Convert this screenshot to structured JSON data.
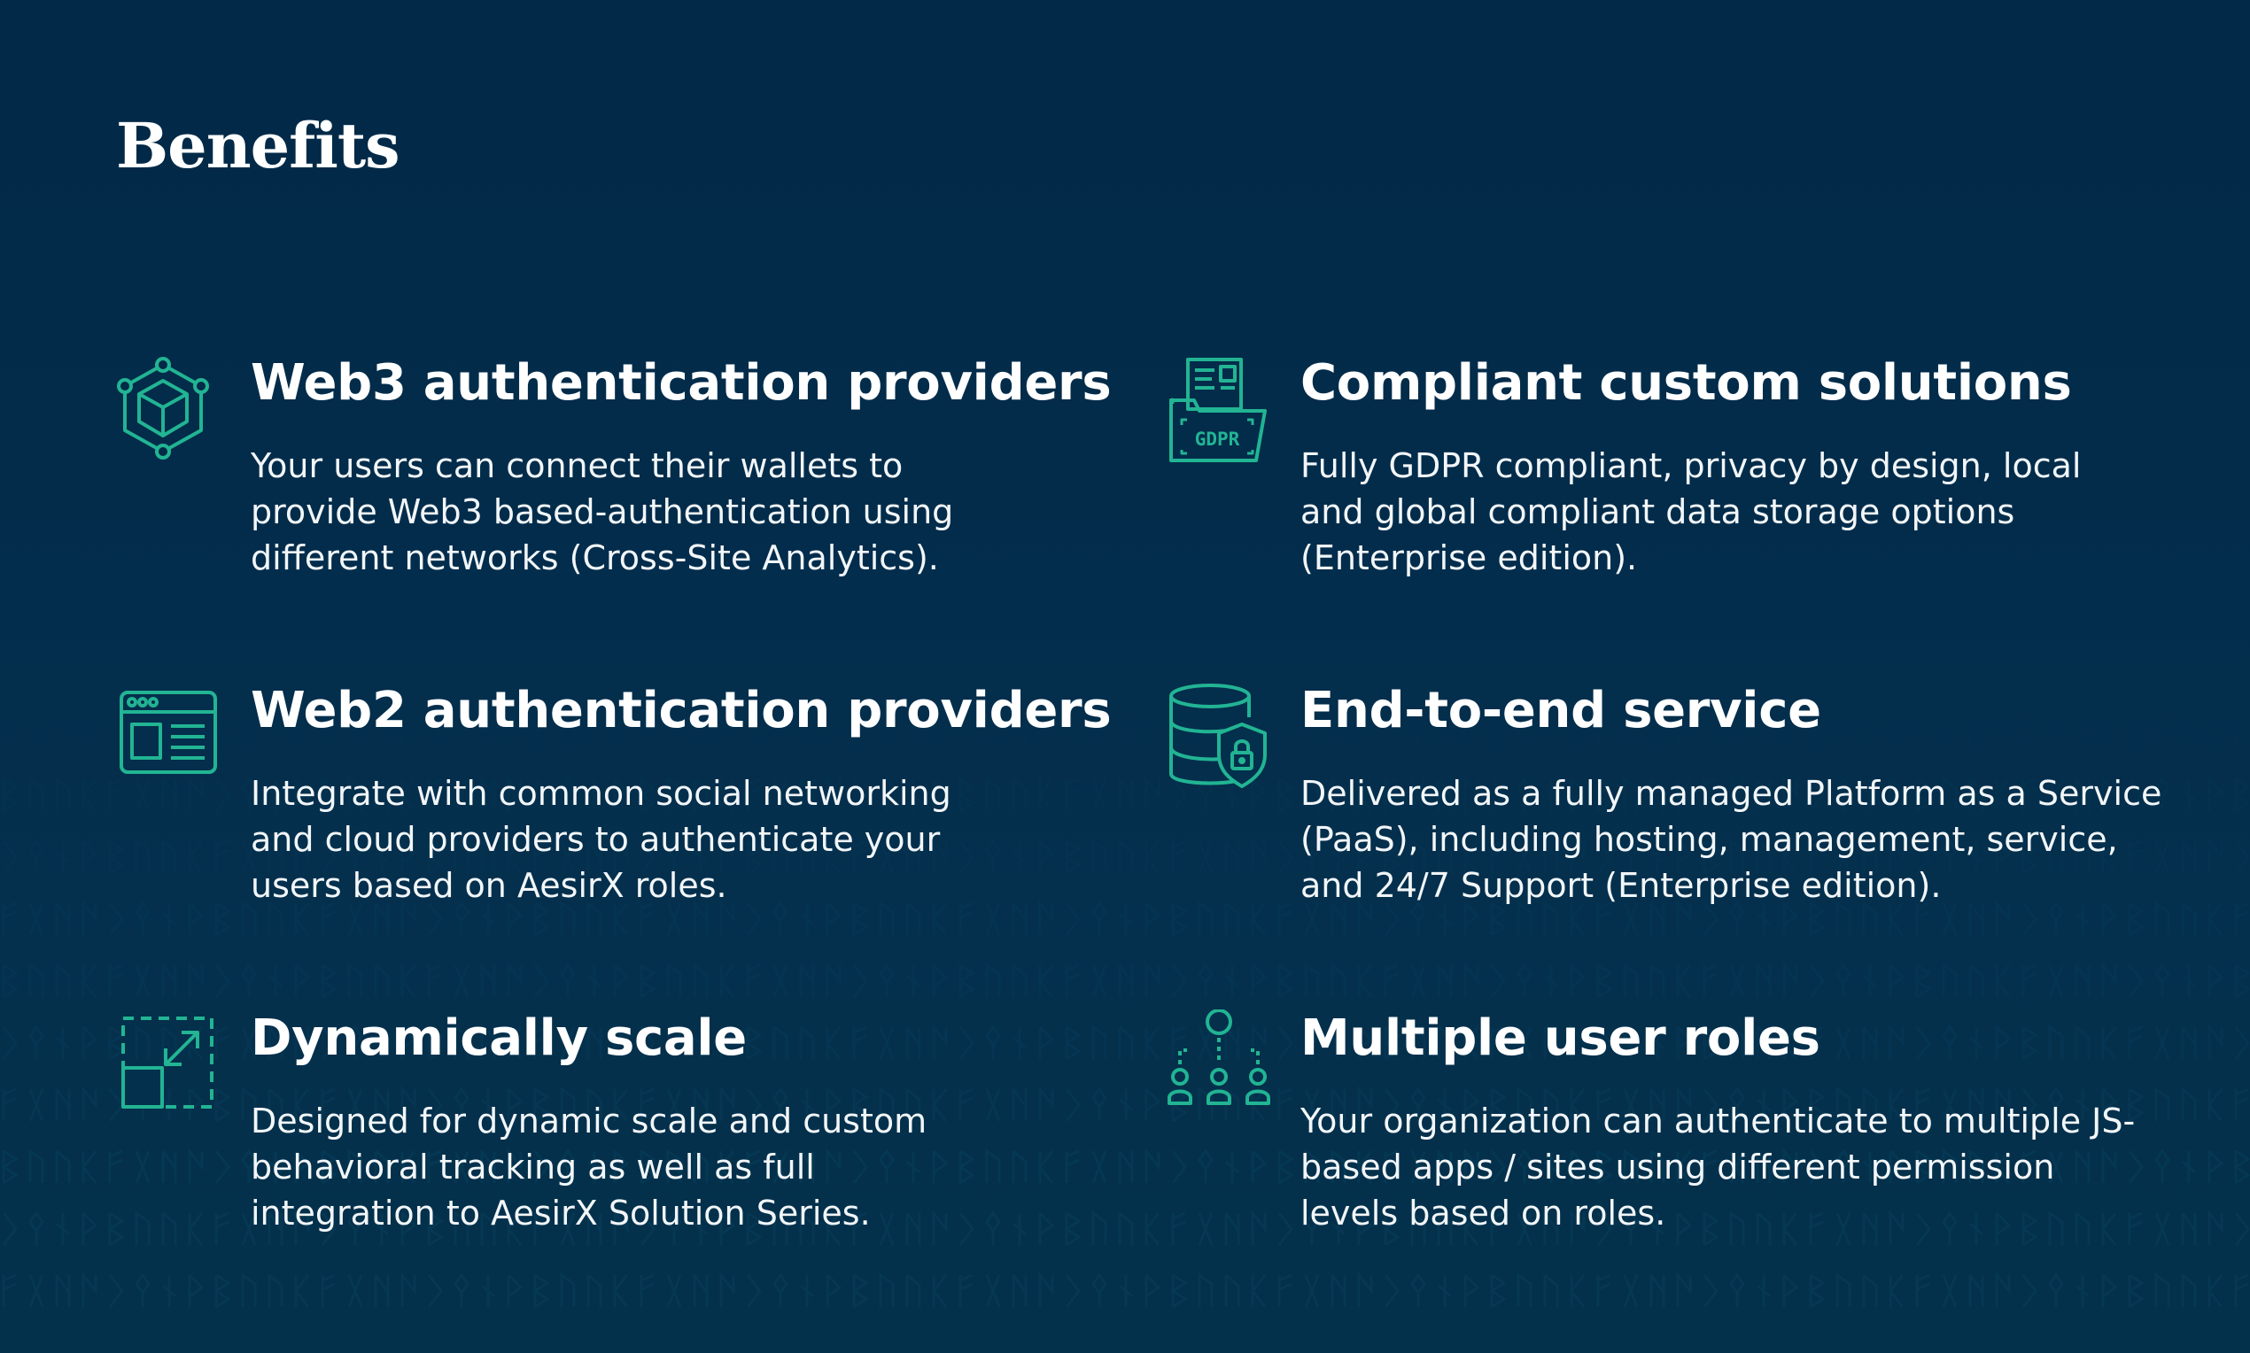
{
  "section": {
    "title": "Benefits"
  },
  "theme": {
    "accent": "#22b493",
    "background": "#022947"
  },
  "benefits": [
    {
      "icon": "hexagon-cube-icon",
      "title": "Web3 authentication providers",
      "description": "Your users can connect their wallets to provide Web3 based-authentication using different networks (Cross-Site Analytics)."
    },
    {
      "icon": "gdpr-folder-icon",
      "title": "Compliant custom solutions",
      "description": "Fully GDPR compliant, privacy by design, local and global compliant data storage options (Enterprise edition).",
      "icon_text": "GDPR"
    },
    {
      "icon": "browser-window-icon",
      "title": "Web2 authentication providers",
      "description": "Integrate with common social networking and cloud providers to authenticate your users based on AesirX roles."
    },
    {
      "icon": "database-shield-icon",
      "title": "End-to-end service",
      "description": "Delivered as a fully managed Platform as a Service (PaaS), including hosting, management, service, and 24/7 Support (Enterprise edition)."
    },
    {
      "icon": "scale-expand-icon",
      "title": "Dynamically scale",
      "description": "Designed for dynamic scale and custom behavioral tracking as well as full integration to AesirX Solution Series."
    },
    {
      "icon": "user-roles-icon",
      "title": "Multiple user roles",
      "description": "Your organization can authenticate to multiple JS-based apps / sites using different permission levels based on roles."
    }
  ]
}
